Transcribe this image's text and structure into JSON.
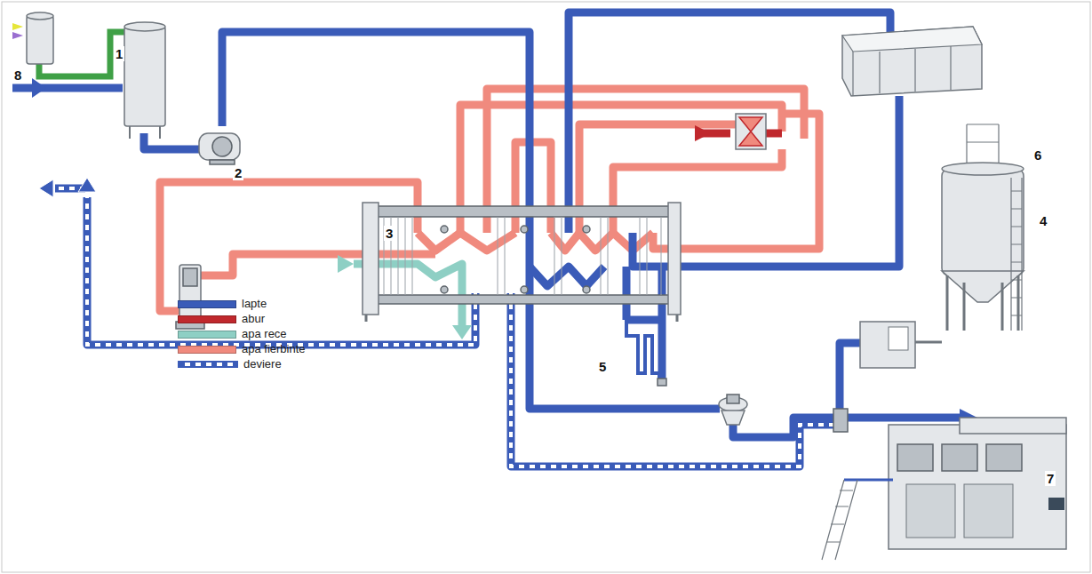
{
  "diagram": {
    "labels": [
      "8",
      "1",
      "2",
      "3",
      "4",
      "6",
      "5",
      "7"
    ],
    "legend": [
      {
        "text": "lapte",
        "color": "#3a5bb8"
      },
      {
        "text": "abur",
        "color": "#c0282d"
      },
      {
        "text": "apa rece",
        "color": "#8ecfc4"
      },
      {
        "text": "apa fierbinte",
        "color": "#f08a7e"
      },
      {
        "text": "deviere"
      }
    ]
  }
}
